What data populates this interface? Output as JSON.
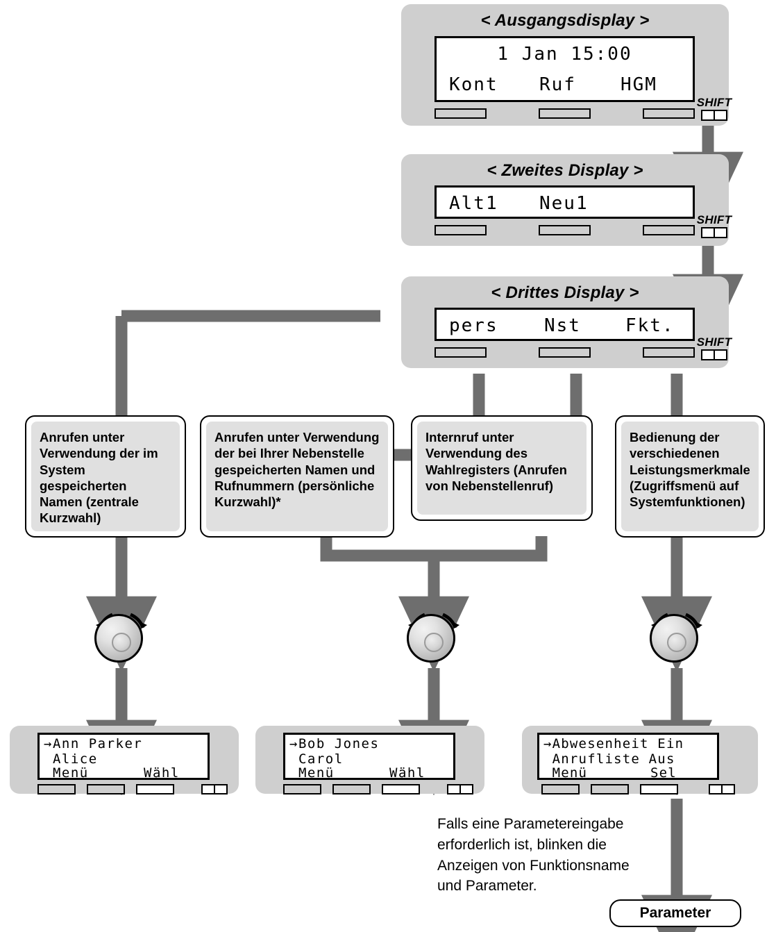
{
  "diagram": {
    "title_prefix": "<",
    "title_suffix": ">"
  },
  "displays": [
    {
      "id": "ausgangsdisplay",
      "title": "< Ausgangsdisplay >",
      "lines": [
        "1 Jan 15:00",
        "",
        "Kont    Ruf    HGM"
      ],
      "line_top": "1 Jan 15:00",
      "line_bottom_1": "Kont",
      "line_bottom_2": "Ruf",
      "line_bottom_3": "HGM",
      "shift_label": "SHIFT",
      "softkey_count": 3
    },
    {
      "id": "zweites-display",
      "title": "< Zweites Display >",
      "line_bottom_1": "Alt1",
      "line_bottom_2": "Neu1",
      "line_bottom_3": "",
      "shift_label": "SHIFT",
      "softkey_count": 3
    },
    {
      "id": "drittes-display",
      "title": "< Drittes Display >",
      "line_bottom_1": "pers",
      "line_bottom_2": "Nst",
      "line_bottom_3": "Fkt.",
      "shift_label": "SHIFT",
      "softkey_count": 3
    }
  ],
  "description_boxes": [
    {
      "id": "zentrale-kurzwahl",
      "text": "Anrufen unter Verwendung der im System gespeicherten Namen (zentrale Kurzwahl)"
    },
    {
      "id": "persoenliche-kurzwahl",
      "text": "Anrufen unter Verwendung der bei Ihrer Nebenstelle gespeicherten Namen und Rufnummern (persönliche Kurzwahl)*"
    },
    {
      "id": "internruf-wahlregister",
      "text": "Internruf unter Verwendung des Wahlregisters (Anrufen von Nebenstellenruf)"
    },
    {
      "id": "leistungsmerkmale",
      "text": "Bedienung der verschiedenen Leistungsmerkmale (Zugriffsmenü auf Systemfunktionen)"
    }
  ],
  "knobs": [
    {
      "id": "knob-left",
      "name": "rotary-dial"
    },
    {
      "id": "knob-middle",
      "name": "rotary-dial"
    },
    {
      "id": "knob-right",
      "name": "rotary-dial"
    }
  ],
  "result_displays": [
    {
      "id": "result-zentrale-kurzwahl",
      "row1": "→Ann Parker",
      "row2": " Alice",
      "row3_left": " Menü",
      "row3_right": "Wähl",
      "softkeys": [
        "grey",
        "grey",
        "white",
        "split"
      ]
    },
    {
      "id": "result-wahlregister",
      "row1": "→Bob Jones",
      "row2": " Carol",
      "row3_left": " Menü",
      "row3_right": "Wähl",
      "softkeys": [
        "grey",
        "grey",
        "white",
        "split"
      ]
    },
    {
      "id": "result-systemfunktionen",
      "row1": "→Abwesenheit Ein",
      "row2": " Anrufliste Aus",
      "row3_left": " Menü",
      "row3_right": "Sel",
      "softkeys": [
        "grey",
        "grey",
        "white",
        "split"
      ]
    }
  ],
  "footnote": {
    "line1": "Falls eine Parametereingabe",
    "line2": "erforderlich ist, blinken die",
    "line3": "Anzeigen von Funktionsname",
    "line4": "und Parameter."
  },
  "parameter_pill": {
    "label": "Parameter"
  },
  "colors": {
    "panel_bg": "#cfcfcf",
    "lcd_bg": "#ffffff",
    "arrow": "#6e6e6e",
    "box_fill": "#e0e0e0",
    "outline": "#000000"
  }
}
